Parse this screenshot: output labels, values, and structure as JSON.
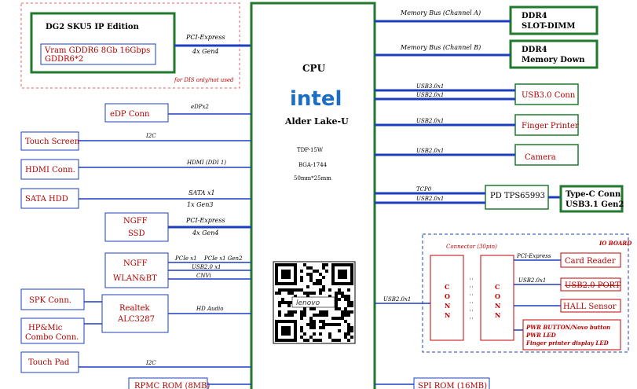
{
  "colors": {
    "bus": "#1d3fbf",
    "green": "#1f7a2e",
    "red": "#c00000",
    "text_red": "#b00000"
  },
  "dg2": {
    "title": "DG2 SKU5 IP Edition",
    "vram1": "Vram GDDR6 8Gb 16Gbps",
    "vram2": "GDDR6*2",
    "note": "for DIS only/not used",
    "bus1": "PCI-Express",
    "bus2": "4x Gen4"
  },
  "cpu": {
    "label": "CPU",
    "brand": "intel",
    "model": "Alder Lake-U",
    "tdp": "TDP-15W",
    "bga": "BGA-1744",
    "size": "50mm*25mm",
    "qr_logo": "lenovo"
  },
  "left": {
    "edp": {
      "name": "eDP Conn",
      "bus": "eDPx2"
    },
    "touch_screen": {
      "name": "Touch Screen",
      "bus": "I2C"
    },
    "hdmi": {
      "name": "HDMI Conn.",
      "bus": "HDMI (DDI 1)"
    },
    "sata": {
      "name": "SATA HDD",
      "bus1": "SATA x1",
      "bus2": "1x Gen3"
    },
    "ngff_ssd": {
      "name1": "NGFF",
      "name2": "SSD",
      "bus1": "PCI-Express",
      "bus2": "4x Gen4"
    },
    "ngff_wlan": {
      "name1": "NGFF",
      "name2": "WLAN&BT",
      "bus1": "PCIe x1",
      "bus1b": "PCIe x1 Gen2",
      "bus2": "USB2.0 x1",
      "bus3": "CNVi"
    },
    "spk": {
      "name": "SPK Conn."
    },
    "hp": {
      "name1": "HP&Mic",
      "name2": "Combo Conn."
    },
    "realtek": {
      "name1": "Realtek",
      "name2": "ALC3287",
      "bus": "HD Audio"
    },
    "touchpad": {
      "name": "Touch Pad",
      "bus": "I2C"
    },
    "rpmc": {
      "name": "RPMC ROM (8MB)"
    }
  },
  "right": {
    "ddr4a": {
      "name1": "DDR4",
      "name2": "SLOT-DIMM",
      "bus": "Memory Bus (Channel A)"
    },
    "ddr4b": {
      "name1": "DDR4",
      "name2": "Memory Down",
      "bus": "Memory Bus (Channel B)"
    },
    "usb30": {
      "name": "USB3.0 Conn",
      "bus1": "USB3.0x1",
      "bus2": "USB2.0x1"
    },
    "finger": {
      "name": "Finger Printer",
      "bus": "USB2.0x1"
    },
    "camera": {
      "name": "Camera",
      "bus": "USB2.0x1"
    },
    "pd": {
      "name": "PD TPS65993",
      "bus1": "TCP0",
      "bus2": "USB2.0x1"
    },
    "typec": {
      "name1": "Type-C Conn",
      "name2": "USB3.1 Gen2"
    },
    "io": {
      "title": "IO BOARD",
      "connector": "Connector (30pin)",
      "conn": "CONN",
      "bus_in": "USB2.0x1",
      "card": {
        "name": "Card Reader",
        "bus": "PCI-Express"
      },
      "usb2": {
        "name": "USB2.0 PORT",
        "bus": "USB2.0x1"
      },
      "hall": {
        "name": "HALL Sensor"
      },
      "pwr1": "PWR BUTTON/Novo button",
      "pwr2": "PWR LED",
      "pwr3": "Finger printer display LED"
    },
    "spi": {
      "name": "SPI ROM (16MB)"
    }
  }
}
